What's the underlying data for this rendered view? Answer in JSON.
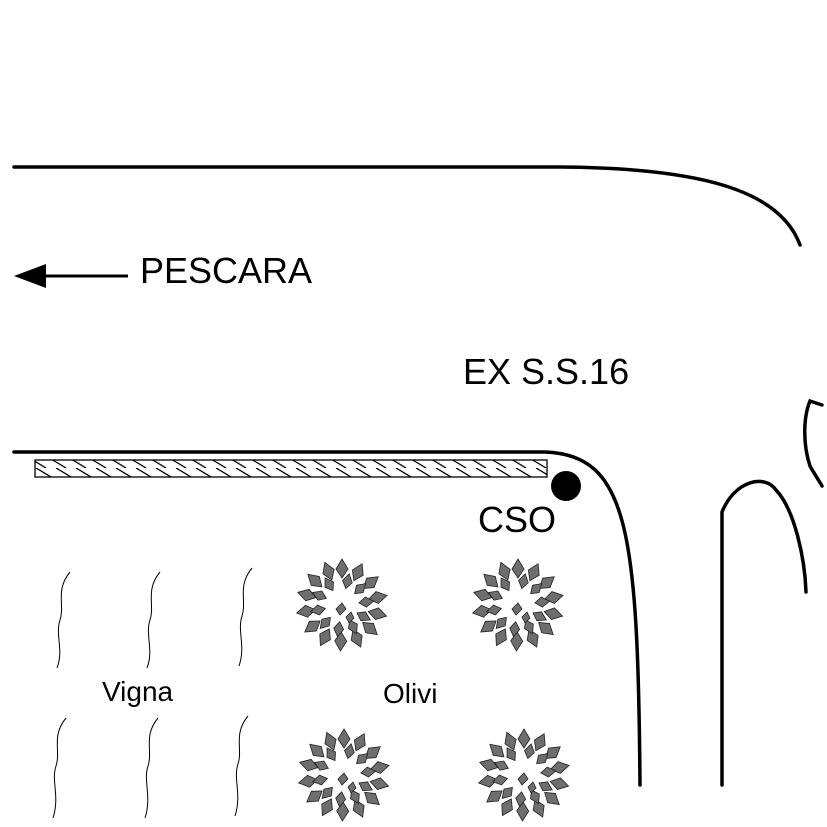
{
  "labels": {
    "direction": "PESCARA",
    "road": "EX S.S.16",
    "point": "CSO",
    "vineyard": "Vigna",
    "olives": "Olivi"
  },
  "colors": {
    "line": "#000000",
    "foliage": "#6e6e6e",
    "background": "#ffffff"
  },
  "icons": {
    "direction": "arrow-left-icon",
    "point": "filled-circle-icon",
    "vine": "vine-stroke-icon",
    "tree": "olive-tree-icon"
  }
}
